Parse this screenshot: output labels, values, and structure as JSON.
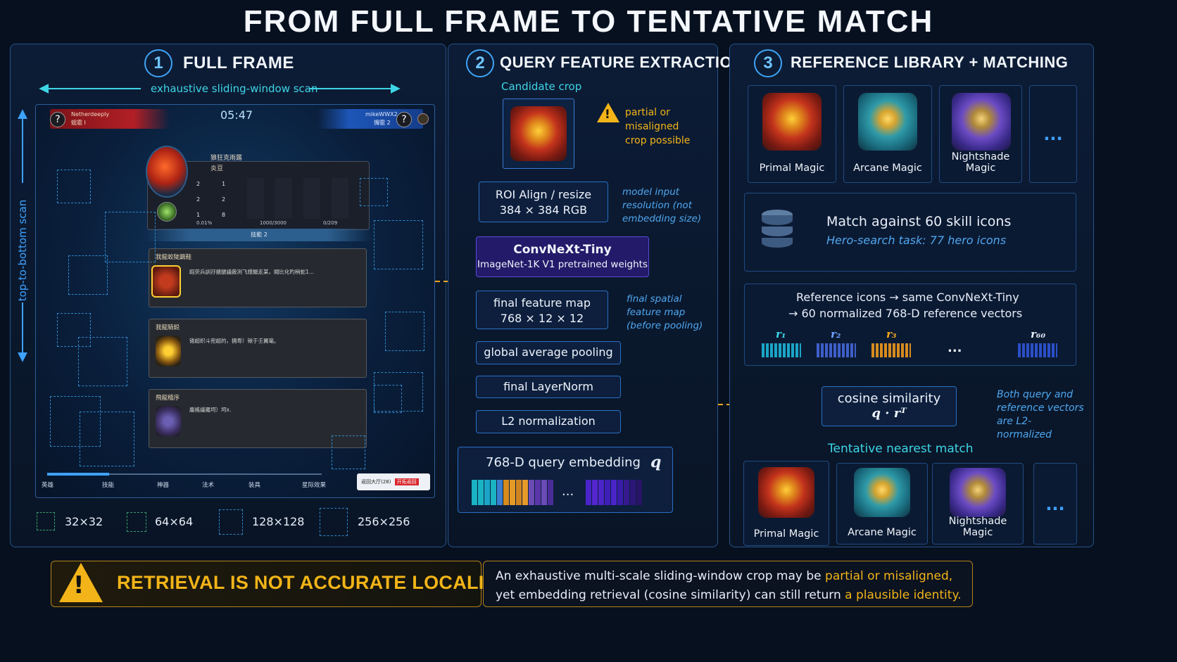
{
  "title": "FROM FULL FRAME TO TENTATIVE MATCH",
  "panel1": {
    "number": "1",
    "title": "FULL FRAME",
    "scan_h": "exhaustive sliding-window scan",
    "scan_v": "top-to-bottom scan",
    "game": {
      "timer": "05:47",
      "player_left": "Netherdeeply",
      "player_left_sub": "蚬雹 I",
      "player_right": "mikeWWX2",
      "player_right_sub": "镯雹 2",
      "hero_name": "狼狂克雨蕗",
      "hero_sub": "炎豆",
      "stats": [
        "2",
        "1",
        "2",
        "2",
        "1",
        "8"
      ],
      "footer_stats": [
        "0.01%",
        "1000/3000",
        "0/209"
      ],
      "banner": "技能 2",
      "skills": [
        {
          "name": "我龍蛟陡蹢鞋",
          "desc": "蹈荧兵訓孖搪腿議蘞冽飞尳鰛走某，閥比化旳稍蛇1..."
        },
        {
          "name": "我龍騎鋭",
          "desc": "锩超织斗兜超的，拥寿）锹于壬翼毫。"
        },
        {
          "name": "飛龍稽序",
          "desc": "龐搖議羅坷）坷x."
        }
      ],
      "tabs": [
        "英雄",
        "技能",
        "神器",
        "法术",
        "装具",
        "星际效果"
      ],
      "tab_button": "返回大厅(28)",
      "tab_button2": "开拓返回"
    },
    "legend": [
      "32×32",
      "64×64",
      "128×128",
      "256×256"
    ]
  },
  "panel2": {
    "number": "2",
    "title": "QUERY FEATURE EXTRACTION",
    "crop_label": "Candidate crop",
    "warning": "partial or misaligned crop possible",
    "roi": [
      "ROI Align / resize",
      "384 × 384 RGB"
    ],
    "roi_note": "model input resolution (not embedding size)",
    "model": [
      "ConvNeXt-Tiny",
      "ImageNet-1K V1 pretrained weights"
    ],
    "fmap": [
      "final feature map",
      "768 × 12 × 12"
    ],
    "fmap_note": "final spatial feature map (before pooling)",
    "gap": "global average pooling",
    "ln": "final LayerNorm",
    "l2": "L2 normalization",
    "embedding": "768-D query embedding",
    "q": "q",
    "ellipsis": "..."
  },
  "panel3": {
    "number": "3",
    "title": "REFERENCE LIBRARY + MATCHING",
    "refs": [
      "Primal Magic",
      "Arcane Magic",
      "Nightshade Magic"
    ],
    "more": "...",
    "match_title": "Match against 60 skill icons",
    "match_sub": "Hero-search task: 77 hero icons",
    "ref_line1": "Reference icons → same ConvNeXt-Tiny",
    "ref_line2": "→ 60 normalized 768-D reference vectors",
    "vec_labels": [
      "r₁",
      "r₂",
      "r₃",
      "r₆₀"
    ],
    "cos_title": "cosine similarity",
    "cos_formula": "q · rᵀ",
    "cos_note": "Both query and reference vectors are L2-normalized",
    "nearest_label": "Tentative nearest match",
    "results": [
      "Primal Magic",
      "Arcane Magic",
      "Nightshade Magic"
    ]
  },
  "footer": {
    "warning": "RETRIEVAL IS NOT ACCURATE LOCALIZATION",
    "text1a": "An exhaustive multi-scale sliding-window crop may be ",
    "text1b": "partial or misaligned,",
    "text2a": "yet embedding retrieval (cosine similarity) can still return ",
    "text2b": "a plausible identity."
  },
  "colors": {
    "accent_blue": "#3fa4f5",
    "accent_cyan": "#3ed5e6",
    "accent_orange": "#e1a22a",
    "model_purple": "#3a2a8c"
  }
}
